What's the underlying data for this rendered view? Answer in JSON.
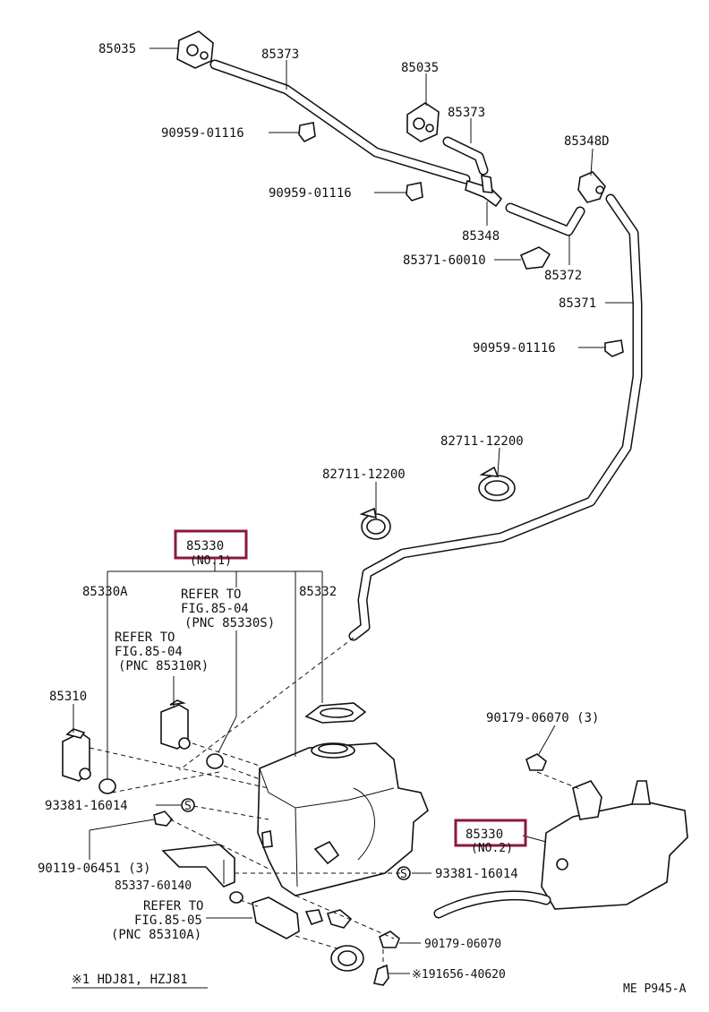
{
  "labels": {
    "p85035_a": "85035",
    "p85373_a": "85373",
    "p90959_a": "90959-01116",
    "p85035_b": "85035",
    "p85373_b": "85373",
    "p85348d": "85348D",
    "p90959_b": "90959-01116",
    "p85348": "85348",
    "p85371_60010": "85371-60010",
    "p85372": "85372",
    "p85371": "85371",
    "p90959_c": "90959-01116",
    "p82711_a": "82711-12200",
    "p82711_b": "82711-12200",
    "p85330_no1": "85330",
    "no1": "(NO.1)",
    "p85330a": "85330A",
    "refer1_l1": "REFER TO",
    "refer1_l2": "FIG.85-04",
    "refer1_l3": "(PNC 85330S)",
    "p85332": "85332",
    "refer2_l1": "REFER TO",
    "refer2_l2": "FIG.85-04",
    "refer2_l3": "(PNC 85310R)",
    "p85310": "85310",
    "p90179_a": "90179-06070 (3)",
    "p93381_a": "93381-16014",
    "p85330_no2": "85330",
    "no2": "(NO.2)",
    "p90119": "90119-06451 (3)",
    "p93381_b": "93381-16014",
    "p85337": "85337-60140",
    "refer3_l1": "REFER TO",
    "refer3_l2": "FIG.85-05",
    "refer3_l3": "(PNC 85310A)",
    "p90179_b": "90179-06070",
    "p191656": "※191656-40620",
    "footnote": "※1 HDJ81, HZJ81",
    "figure_code": "ME P945-A",
    "s_mark": "S"
  },
  "highlight_color": "#8b1a3a"
}
